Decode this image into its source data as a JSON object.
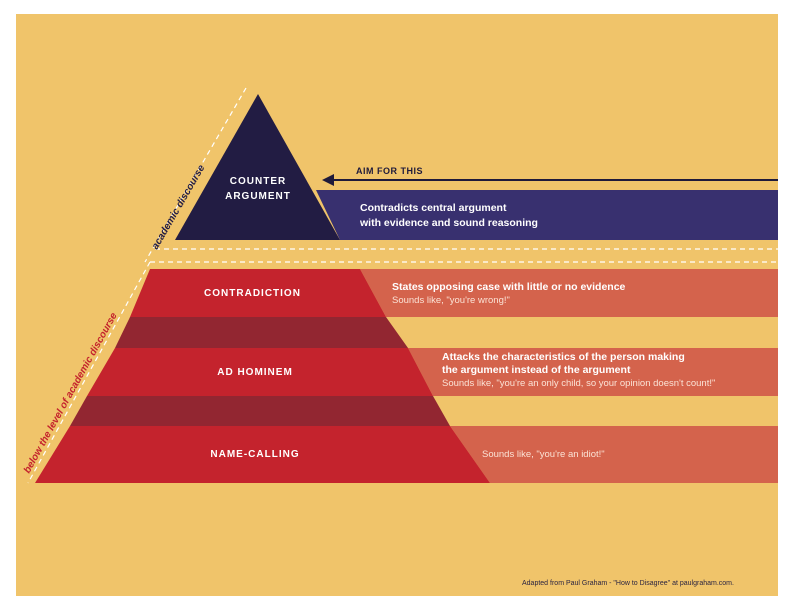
{
  "colors": {
    "background": "#f0c46a",
    "top_tier": "#221c43",
    "top_band": "#38306f",
    "red_tier": "#c4232d",
    "red_band": "#d4634c",
    "connector": "#922631",
    "dash": "#ffffff",
    "arrow": "#1f1a3a",
    "below_label": "#c4232d",
    "academic_label": "#221c43"
  },
  "pyramid": {
    "top": {
      "label_line1": "COUNTER",
      "label_line2": "ARGUMENT",
      "aim_label": "AIM FOR THIS",
      "desc_line1": "Contradicts central argument",
      "desc_line2": "with evidence and sound reasoning"
    },
    "tiers": [
      {
        "label": "CONTRADICTION",
        "desc_line1": "States opposing case with little or no evidence",
        "sounds_like": "Sounds like, \"you're wrong!\""
      },
      {
        "label": "AD HOMINEM",
        "desc_line1": "Attacks the characteristics of the person making",
        "desc_line2": "the argument instead of the argument",
        "sounds_like": "Sounds like, \"you're an only child, so your opinion doesn't count!\""
      },
      {
        "label": "NAME-CALLING",
        "sounds_like": "Sounds like, \"you're an idiot!\""
      }
    ]
  },
  "side_labels": {
    "academic": "academic discourse",
    "below": "below the level of academic discourse"
  },
  "credit": "Adapted from Paul Graham - \"How to Disagree\" at paulgraham.com."
}
